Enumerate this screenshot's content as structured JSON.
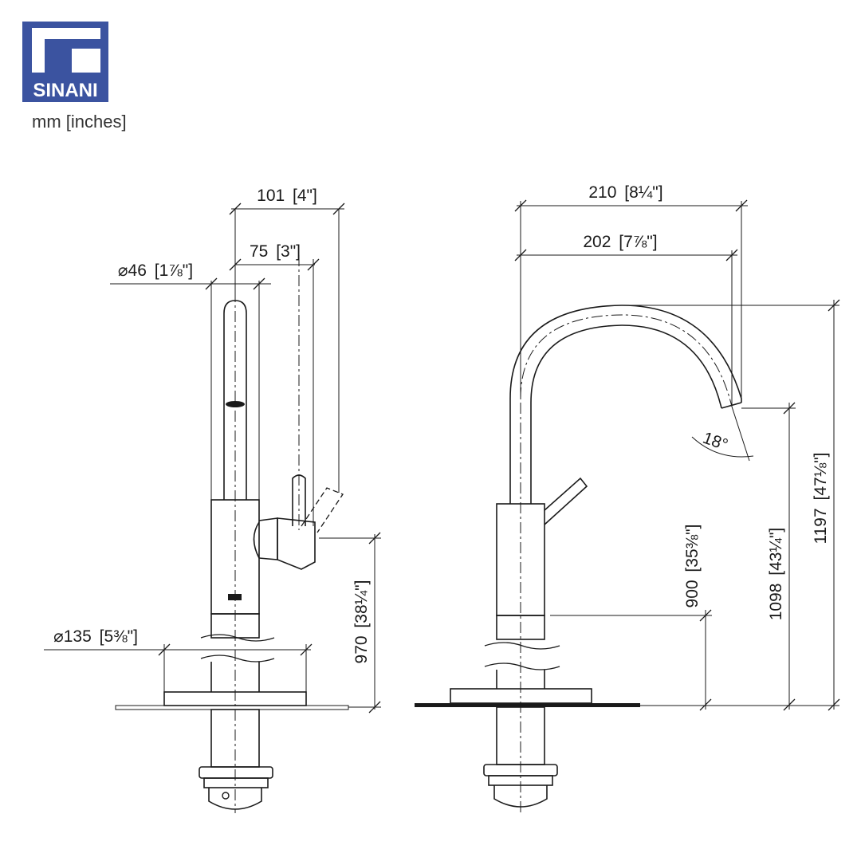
{
  "brand": {
    "name": "SINANI",
    "color": "#3b53a0"
  },
  "units_label": "mm [inches]",
  "side_view": {
    "overall_width": {
      "mm": "101",
      "in": "4\""
    },
    "lever_offset": {
      "mm": "75",
      "in": "3\""
    },
    "body_diameter": {
      "mm": "⌀46",
      "in": "1⅞\""
    },
    "base_diameter": {
      "mm": "⌀135",
      "in": "5⅜\""
    },
    "lever_height": {
      "mm": "970",
      "in": "38¼\""
    }
  },
  "front_view": {
    "overall_reach": {
      "mm": "210",
      "in": "8¼\""
    },
    "spout_reach": {
      "mm": "202",
      "in": "7⅞\""
    },
    "spout_angle": "18°",
    "lever_height": {
      "mm": "900",
      "in": "35⅜\""
    },
    "spout_outlet_height": {
      "mm": "1098",
      "in": "43¼\""
    },
    "overall_height": {
      "mm": "1197",
      "in": "47⅛\""
    }
  }
}
